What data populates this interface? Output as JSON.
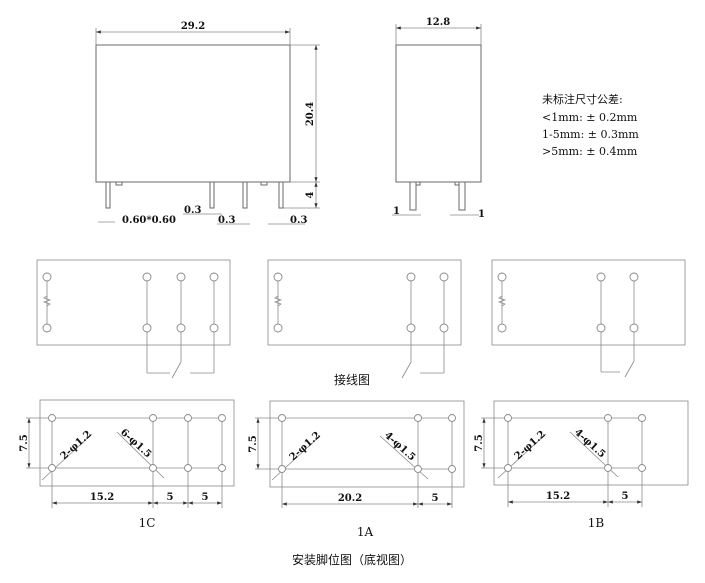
{
  "front_view": {
    "width": "29.2",
    "height": "20.4",
    "pin_length": "4",
    "pin_size": "0.60*0.60",
    "gap_a": "0.3",
    "gap_b": "0.3",
    "gap_c": "0.3"
  },
  "side_view": {
    "width": "12.8",
    "pin_left": "1",
    "pin_right": "1"
  },
  "tolerance_note": {
    "title": "未标注尺寸公差:",
    "lines": [
      "<1mm: ± 0.2mm",
      "1-5mm: ± 0.3mm",
      ">5mm: ± 0.4mm"
    ]
  },
  "wiring": {
    "title": "接线图"
  },
  "mounting": {
    "title": "安装脚位图（底视图）",
    "variants": [
      {
        "label": "1C",
        "height": "7.5",
        "coil_holes": "2-φ1.2",
        "contact_holes": "6-φ1.5",
        "dims": [
          "15.2",
          "5",
          "5"
        ]
      },
      {
        "label": "1A",
        "height": "7.5",
        "coil_holes": "2-φ1.2",
        "contact_holes": "4-φ1.5",
        "dims": [
          "20.2",
          "5"
        ]
      },
      {
        "label": "1B",
        "height": "7.5",
        "coil_holes": "2-φ1.2",
        "contact_holes": "4-φ1.5",
        "dims": [
          "15.2",
          "5"
        ]
      }
    ]
  }
}
